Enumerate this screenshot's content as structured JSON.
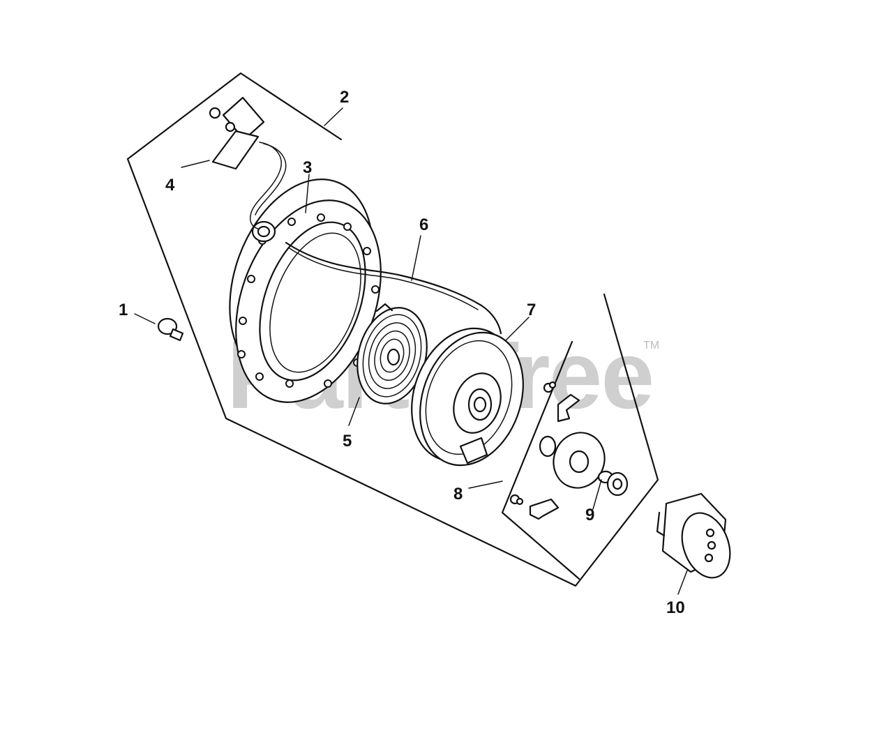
{
  "watermark": {
    "text": "PartsTree",
    "trademark": "TM"
  },
  "callouts": [
    "1",
    "2",
    "3",
    "4",
    "5",
    "6",
    "7",
    "8",
    "9",
    "10"
  ]
}
